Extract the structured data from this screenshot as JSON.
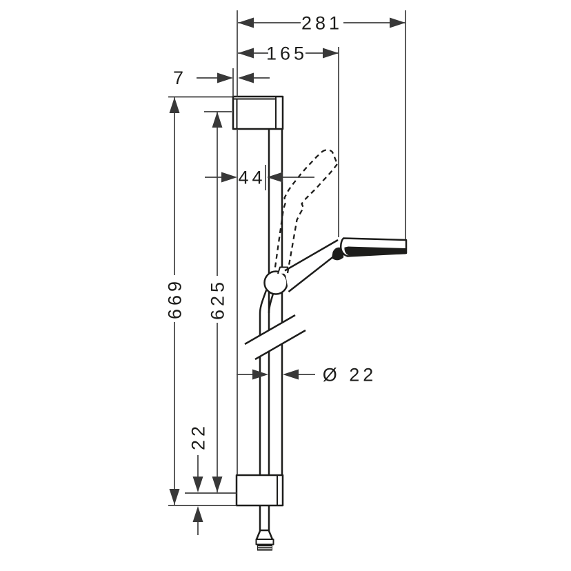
{
  "figure": {
    "background": "#ffffff",
    "line_color": "#1d1d1b",
    "dimension_color": "#3f3f3f",
    "labels": {
      "total_projection": "281",
      "handshower_projection": "165",
      "wall_plate_offset": "7",
      "holder_offset": "44",
      "bar_total_height": "669",
      "bar_inner_height": "625",
      "bar_diameter": "Ø 22",
      "bottom_clearance": "22"
    }
  }
}
